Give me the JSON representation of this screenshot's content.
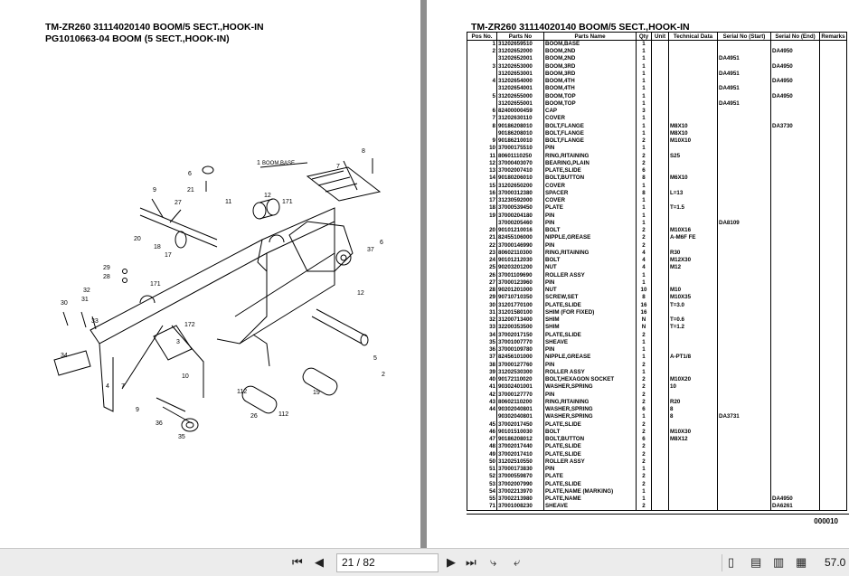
{
  "left_page": {
    "title1": "TM-ZR260 31114020140 BOOM/5 SECT.,HOOK-IN",
    "title2": "PG1010663-04 BOOM (5 SECT.,HOOK-IN)",
    "diagram_labels": [
      "1",
      "BOOM,BASE",
      "6",
      "21",
      "9",
      "27",
      "8",
      "7",
      "12",
      "171",
      "11",
      "20",
      "18",
      "17",
      "6",
      "37",
      "29",
      "28",
      "171",
      "12",
      "30",
      "32",
      "31",
      "33",
      "172",
      "34",
      "4",
      "7",
      "10",
      "3",
      "9",
      "36",
      "35",
      "112",
      "26",
      "112",
      "19",
      "5",
      "2"
    ]
  },
  "right_page": {
    "title": "TM-ZR260 31114020140 BOOM/5 SECT.,HOOK-IN",
    "columns": [
      "Pos No.",
      "Parts No",
      "Parts Name",
      "Qty",
      "Unit",
      "Technical Data",
      "Serial No (Start)",
      "Serial No (End)",
      "Remarks"
    ],
    "rows": [
      [
        "1",
        "31202659510",
        "BOOM,BASE",
        "1",
        "",
        "",
        "",
        "",
        ""
      ],
      [
        "2",
        "31202652000",
        "BOOM,2ND",
        "1",
        "",
        "",
        "",
        "DA4950",
        ""
      ],
      [
        "",
        "31202652001",
        "BOOM,2ND",
        "1",
        "",
        "",
        "DA4951",
        "",
        ""
      ],
      [
        "3",
        "31202653000",
        "BOOM,3RD",
        "1",
        "",
        "",
        "",
        "DA4950",
        ""
      ],
      [
        "",
        "31202653001",
        "BOOM,3RD",
        "1",
        "",
        "",
        "DA4951",
        "",
        ""
      ],
      [
        "4",
        "31202654000",
        "BOOM,4TH",
        "1",
        "",
        "",
        "",
        "DA4950",
        ""
      ],
      [
        "",
        "31202654001",
        "BOOM,4TH",
        "1",
        "",
        "",
        "DA4951",
        "",
        ""
      ],
      [
        "5",
        "31202655000",
        "BOOM,TOP",
        "1",
        "",
        "",
        "",
        "DA4950",
        ""
      ],
      [
        "",
        "31202655001",
        "BOOM,TOP",
        "1",
        "",
        "",
        "DA4951",
        "",
        ""
      ],
      [
        "6",
        "82400000459",
        "CAP",
        "3",
        "",
        "",
        "",
        "",
        ""
      ],
      [
        "7",
        "31202630110",
        "COVER",
        "1",
        "",
        "",
        "",
        "",
        ""
      ],
      [
        "8",
        "90186208010",
        "BOLT,FLANGE",
        "1",
        "",
        "M8X10",
        "",
        "DA3730",
        ""
      ],
      [
        "",
        "90186208010",
        "BOLT,FLANGE",
        "1",
        "",
        "M8X10",
        "",
        "",
        ""
      ],
      [
        "9",
        "90186210010",
        "BOLT,FLANGE",
        "2",
        "",
        "M10X10",
        "",
        "",
        ""
      ],
      [
        "10",
        "37000175510",
        "PIN",
        "1",
        "",
        "",
        "",
        "",
        ""
      ],
      [
        "11",
        "80601110250",
        "RING,RITAINING",
        "2",
        "",
        "S25",
        "",
        "",
        ""
      ],
      [
        "12",
        "37000403070",
        "BEARING,PLAIN",
        "2",
        "",
        "",
        "",
        "",
        ""
      ],
      [
        "13",
        "37002007410",
        "PLATE,SLIDE",
        "6",
        "",
        "",
        "",
        "",
        ""
      ],
      [
        "14",
        "90180206010",
        "BOLT,BUTTON",
        "8",
        "",
        "M6X10",
        "",
        "",
        ""
      ],
      [
        "15",
        "31202650200",
        "COVER",
        "1",
        "",
        "",
        "",
        "",
        ""
      ],
      [
        "16",
        "37000312380",
        "SPACER",
        "8",
        "",
        "L=13",
        "",
        "",
        ""
      ],
      [
        "17",
        "31230592000",
        "COVER",
        "1",
        "",
        "",
        "",
        "",
        ""
      ],
      [
        "18",
        "37000539450",
        "PLATE",
        "1",
        "",
        "T=1.5",
        "",
        "",
        ""
      ],
      [
        "19",
        "37000204180",
        "PIN",
        "1",
        "",
        "",
        "",
        "",
        ""
      ],
      [
        "",
        "37000205460",
        "PIN",
        "1",
        "",
        "",
        "DA8109",
        "",
        ""
      ],
      [
        "20",
        "90101210016",
        "BOLT",
        "2",
        "",
        "M10X16",
        "",
        "",
        ""
      ],
      [
        "21",
        "82455106000",
        "NIPPLE,GREASE",
        "2",
        "",
        "A-M6F FE",
        "",
        "",
        ""
      ],
      [
        "22",
        "37000146990",
        "PIN",
        "2",
        "",
        "",
        "",
        "",
        ""
      ],
      [
        "23",
        "80602110300",
        "RING,RITAINING",
        "4",
        "",
        "R30",
        "",
        "",
        ""
      ],
      [
        "24",
        "90101212030",
        "BOLT",
        "4",
        "",
        "M12X30",
        "",
        "",
        ""
      ],
      [
        "25",
        "90203201200",
        "NUT",
        "4",
        "",
        "M12",
        "",
        "",
        ""
      ],
      [
        "26",
        "37001109690",
        "ROLLER ASSY",
        "1",
        "",
        "",
        "",
        "",
        ""
      ],
      [
        "27",
        "37000123960",
        "PIN",
        "1",
        "",
        "",
        "",
        "",
        ""
      ],
      [
        "28",
        "90201201000",
        "NUT",
        "10",
        "",
        "M10",
        "",
        "",
        ""
      ],
      [
        "29",
        "90710710350",
        "SCREW,SET",
        "8",
        "",
        "M10X35",
        "",
        "",
        ""
      ],
      [
        "30",
        "31201770100",
        "PLATE,SLIDE",
        "16",
        "",
        "T=3.0",
        "",
        "",
        ""
      ],
      [
        "31",
        "31201580100",
        "SHIM (FOR FIXED)",
        "16",
        "",
        "",
        "",
        "",
        ""
      ],
      [
        "32",
        "31200713400",
        "SHIM",
        "N",
        "",
        "T=0.6",
        "",
        "",
        ""
      ],
      [
        "33",
        "32200353500",
        "SHIM",
        "N",
        "",
        "T=1.2",
        "",
        "",
        ""
      ],
      [
        "34",
        "37002017150",
        "PLATE,SLIDE",
        "2",
        "",
        "",
        "",
        "",
        ""
      ],
      [
        "35",
        "37001007770",
        "SHEAVE",
        "1",
        "",
        "",
        "",
        "",
        ""
      ],
      [
        "36",
        "37000109780",
        "PIN",
        "1",
        "",
        "",
        "",
        "",
        ""
      ],
      [
        "37",
        "82456101000",
        "NIPPLE,GREASE",
        "1",
        "",
        "A-PT1/8",
        "",
        "",
        ""
      ],
      [
        "38",
        "37000127760",
        "PIN",
        "2",
        "",
        "",
        "",
        "",
        ""
      ],
      [
        "39",
        "31202530300",
        "ROLLER ASSY",
        "1",
        "",
        "",
        "",
        "",
        ""
      ],
      [
        "40",
        "90172110020",
        "BOLT,HEXAGON SOCKET",
        "2",
        "",
        "M10X20",
        "",
        "",
        ""
      ],
      [
        "41",
        "90302401001",
        "WASHER,SPRING",
        "2",
        "",
        "10",
        "",
        "",
        ""
      ],
      [
        "42",
        "37000127770",
        "PIN",
        "2",
        "",
        "",
        "",
        "",
        ""
      ],
      [
        "43",
        "80602110200",
        "RING,RITAINING",
        "2",
        "",
        "R20",
        "",
        "",
        ""
      ],
      [
        "44",
        "90302040801",
        "WASHER,SPRING",
        "6",
        "",
        "8",
        "",
        "",
        ""
      ],
      [
        "",
        "90302040801",
        "WASHER,SPRING",
        "1",
        "",
        "8",
        "DA3731",
        "",
        ""
      ],
      [
        "45",
        "37002017450",
        "PLATE,SLIDE",
        "2",
        "",
        "",
        "",
        "",
        ""
      ],
      [
        "46",
        "90101510030",
        "BOLT",
        "2",
        "",
        "M10X30",
        "",
        "",
        ""
      ],
      [
        "47",
        "90186208012",
        "BOLT,BUTTON",
        "6",
        "",
        "M8X12",
        "",
        "",
        ""
      ],
      [
        "48",
        "37002017440",
        "PLATE,SLIDE",
        "2",
        "",
        "",
        "",
        "",
        ""
      ],
      [
        "49",
        "37002017410",
        "PLATE,SLIDE",
        "2",
        "",
        "",
        "",
        "",
        ""
      ],
      [
        "50",
        "31202510550",
        "ROLLER ASSY",
        "2",
        "",
        "",
        "",
        "",
        ""
      ],
      [
        "51",
        "37000173830",
        "PIN",
        "1",
        "",
        "",
        "",
        "",
        ""
      ],
      [
        "52",
        "37000559870",
        "PLATE",
        "2",
        "",
        "",
        "",
        "",
        ""
      ],
      [
        "53",
        "37002007990",
        "PLATE,SLIDE",
        "2",
        "",
        "",
        "",
        "",
        ""
      ],
      [
        "54",
        "37002213970",
        "PLATE,NAME (MARKING)",
        "1",
        "",
        "",
        "",
        "",
        ""
      ],
      [
        "55",
        "37002213980",
        "PLATE,NAME",
        "1",
        "",
        "",
        "",
        "DA4950",
        ""
      ],
      [
        "71",
        "37001008230",
        "SHEAVE",
        "2",
        "",
        "",
        "",
        "DA6261",
        ""
      ]
    ],
    "page_code": "000010"
  },
  "toolbar": {
    "first_label": "⏮",
    "prev_label": "◀",
    "page_display": "21 / 82",
    "next_label": "▶",
    "last_label": "⏭",
    "zoom_display": "57.0"
  }
}
